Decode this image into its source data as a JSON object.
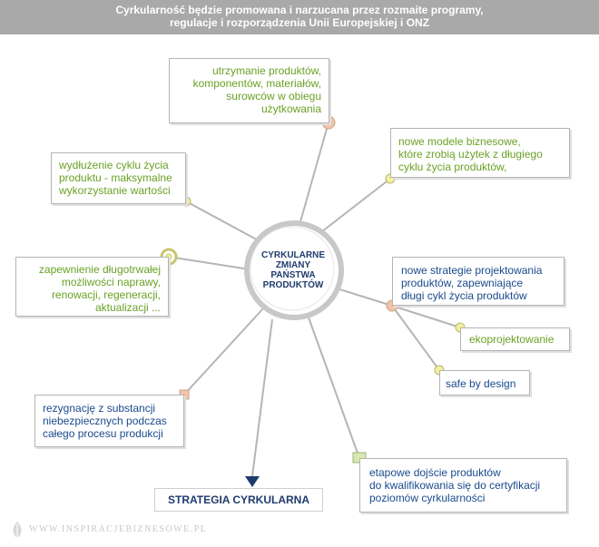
{
  "header": {
    "line1": "Cyrkularność będzie promowana i narzucana przez rozmaite programy,",
    "line2": "regulacje i rozporządzenia Unii Europejskiej i ONZ"
  },
  "center": {
    "lines": [
      "CYRKULARNE",
      "ZMIANY",
      "PAŃSTWA",
      "PRODUKTÓW"
    ]
  },
  "boxes": {
    "maintain": [
      "utrzymanie produktów,",
      "komponentów, materiałów,",
      "surowców w obiegu",
      "użytkowania"
    ],
    "extend": [
      "wydłużenie cyklu życia",
      "produktu - maksymalne",
      "wykorzystanie wartości"
    ],
    "business": [
      "nowe modele biznesowe,",
      "które zrobią użytek z długiego",
      "cyklu życia produktów,"
    ],
    "repair": [
      "zapewnienie długotrwałej",
      "możliwości naprawy,",
      "renowacji, regeneracji,",
      "aktualizacji ..."
    ],
    "design": [
      "nowe strategie projektowania",
      "produktów, zapewniające",
      "długi cykl życia produktów"
    ],
    "eco": [
      "ekoprojektowanie"
    ],
    "safe": [
      "safe by design"
    ],
    "substances": [
      "rezygnację z substancji",
      "niebezpiecznych podczas",
      "całego procesu produkcji"
    ],
    "stages": [
      "etapowe dojście produktów",
      "do kwalifikowania się do certyfikacji",
      "poziomów cyrkularności"
    ]
  },
  "strategy": "STRATEGIA CYRKULARNA",
  "watermark": "WWW.INSPIRACJEBIZNESOWE.PL",
  "colors": {
    "header_bg": "#a9a9a9",
    "green_text": "#6aa125",
    "navy_text": "#1f3b6e",
    "node_yellow": "#f3f0a0",
    "node_orange": "#f2c3a8",
    "node_green": "#d8e8b0",
    "line": "#b5b5b5"
  }
}
